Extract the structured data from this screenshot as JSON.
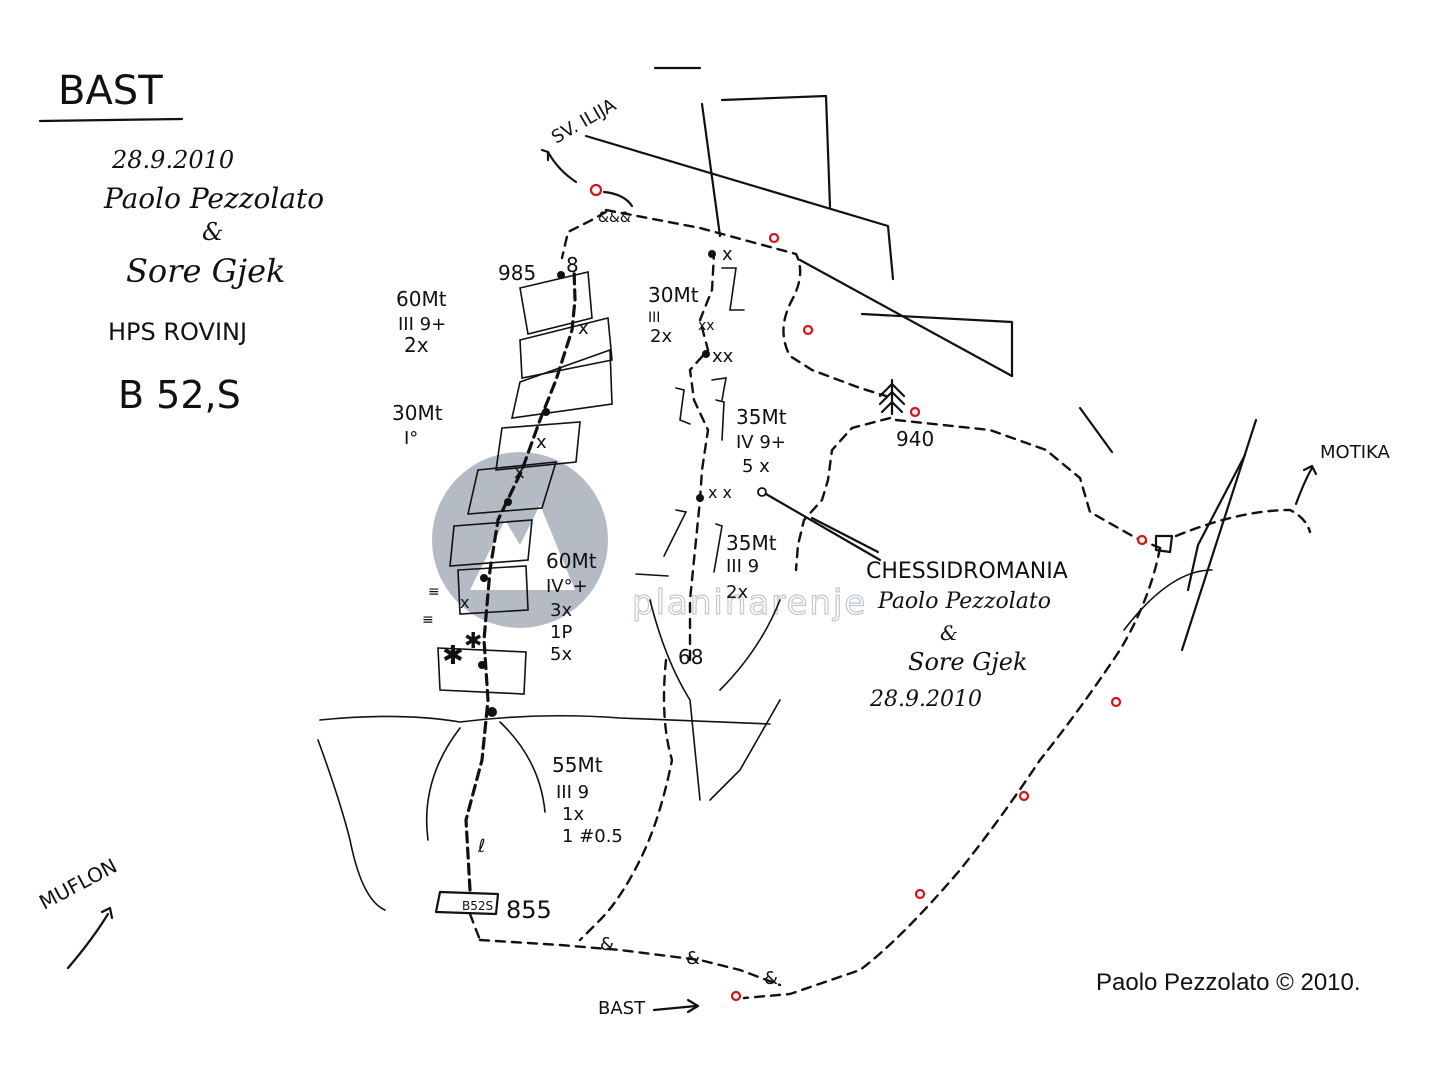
{
  "header": {
    "crag": "BAST",
    "date": "28.9.2010",
    "climber1": "Paolo Pezzolato",
    "and": "&",
    "climber2": "Sore Gjek",
    "club": "HPS ROVINJ",
    "route": "B 52,S"
  },
  "pitches": {
    "p_left_top": {
      "length": "60Mt",
      "grade": "III 9+",
      "pro": "2x"
    },
    "p_left_mid": {
      "length": "30Mt",
      "grade": "I°"
    },
    "p_left_low": {
      "length": "60Mt",
      "grade": "IV°+",
      "pro1": "3x",
      "pro2": "1P",
      "pro3": "5x"
    },
    "p_base": {
      "length": "55Mt",
      "grade": "III 9",
      "pro1": "1x",
      "pro2": "1 #0.5"
    },
    "p_right_top": {
      "length": "30Mt",
      "grade": "III",
      "pro": "2x"
    },
    "p_right_mid": {
      "length": "35Mt",
      "grade": "IV 9+",
      "pro": "5 x"
    },
    "p_right_low": {
      "length": "35Mt",
      "grade": "III 9",
      "pro": "2x"
    }
  },
  "elevations": {
    "top_left": "985",
    "summit": "940",
    "base": "855",
    "base_tag": "B52S"
  },
  "second_route": {
    "name": "CHESSIDROMANIA",
    "climber1": "Paolo Pezzolato",
    "and": "&",
    "climber2": "Sore Gjek",
    "date": "28.9.2010"
  },
  "directions": {
    "top": "SV. ILIJA",
    "right": "MOTIKA",
    "bottom": "BAST",
    "left": "MUFLON"
  },
  "watermark": "planinarenje",
  "credit": "Paolo Pezzolato © 2010.",
  "colors": {
    "ink": "#111111",
    "marker": "#d8131b",
    "watermark": "#a9b0bc"
  }
}
